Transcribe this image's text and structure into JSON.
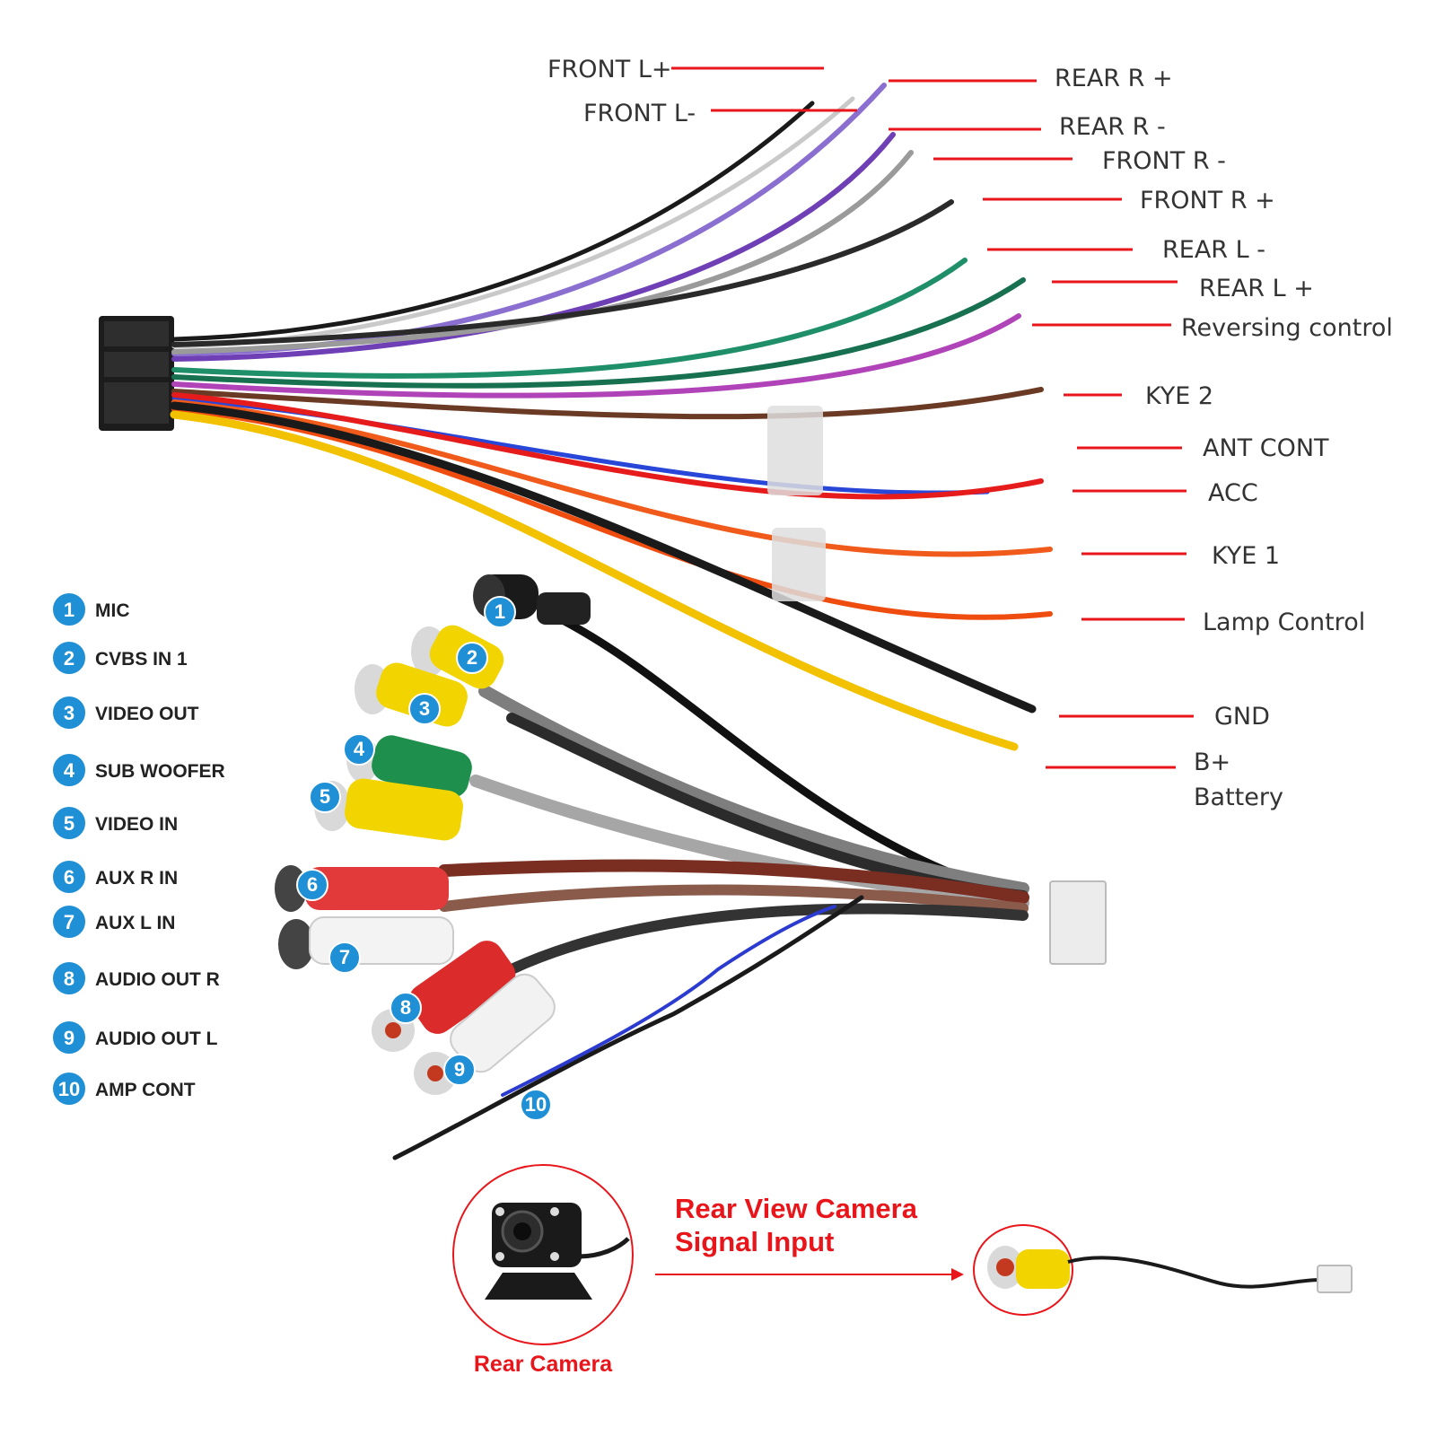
{
  "colors": {
    "label_line": "#e8161b",
    "badge": "#1f8fd6",
    "accent_red": "#e8161b"
  },
  "wire_labels": [
    "FRONT L+",
    "FRONT L-",
    "REAR R +",
    "REAR R -",
    "FRONT R -",
    "FRONT R +",
    "REAR L -",
    "REAR L +",
    "Reversing control",
    "KYE 2",
    "ANT CONT",
    "ACC",
    "KYE 1",
    "Lamp Control",
    "GND",
    "B+",
    "Battery"
  ],
  "legend": [
    {
      "num": "1",
      "label": "MIC"
    },
    {
      "num": "2",
      "label": "CVBS IN 1"
    },
    {
      "num": "3",
      "label": "VIDEO OUT"
    },
    {
      "num": "4",
      "label": "SUB WOOFER"
    },
    {
      "num": "5",
      "label": "VIDEO IN"
    },
    {
      "num": "6",
      "label": "AUX R IN"
    },
    {
      "num": "7",
      "label": "AUX L IN"
    },
    {
      "num": "8",
      "label": "AUDIO OUT R"
    },
    {
      "num": "9",
      "label": "AUDIO OUT L"
    },
    {
      "num": "10",
      "label": "AMP CONT"
    }
  ],
  "camera_section": {
    "signal_title_line1": "Rear View Camera",
    "signal_title_line2": "Signal Input",
    "camera_caption": "Rear Camera"
  }
}
